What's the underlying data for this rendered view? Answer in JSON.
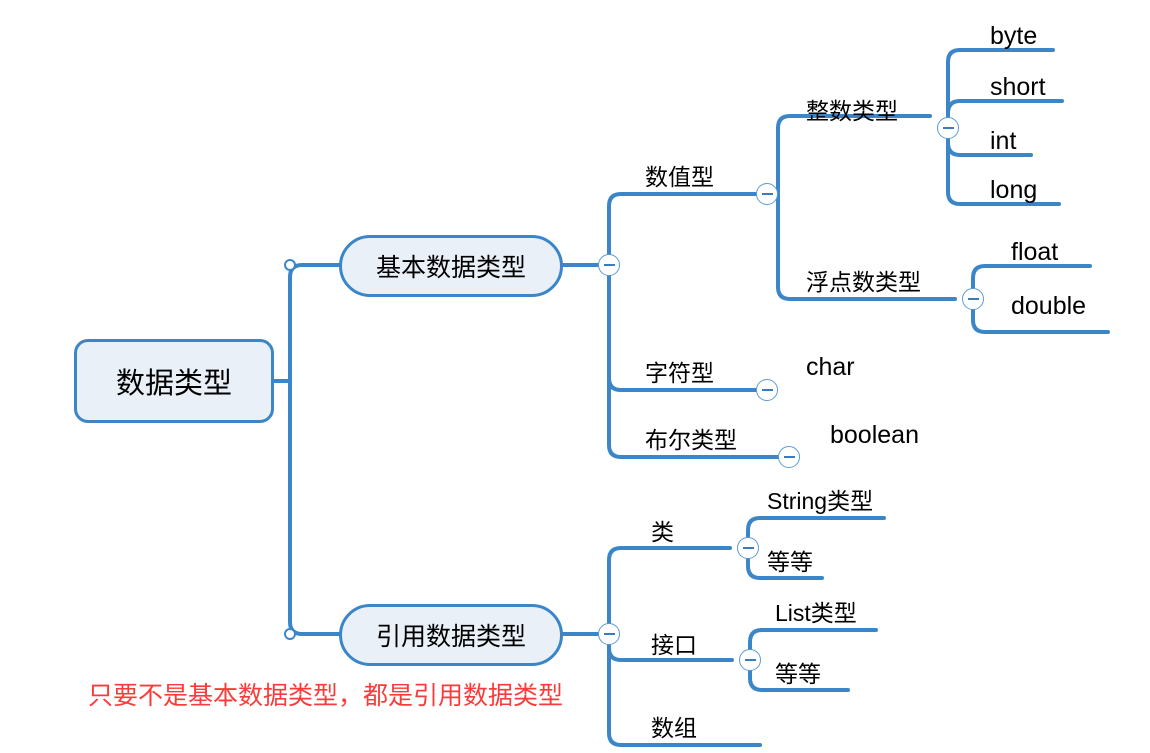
{
  "diagram": {
    "type": "mindmap",
    "title": "数据类型",
    "theme": {
      "line_color": "#3a86c8",
      "node_fill": "#e9f0f8",
      "node_border": "#3a86c8",
      "text_color": "#000000",
      "annotation_color": "#fb3b3b",
      "toggle_fill": "#ffffff"
    }
  },
  "root": {
    "label": "数据类型"
  },
  "branches": {
    "basic": {
      "label": "基本数据类型",
      "toggle": "−",
      "children": {
        "numeric": {
          "label": "数值型",
          "toggle": "−",
          "children": {
            "integer": {
              "label": "整数类型",
              "toggle": "−",
              "leaves": [
                "byte",
                "short",
                "int",
                "long"
              ]
            },
            "floating": {
              "label": "浮点数类型",
              "toggle": "−",
              "leaves": [
                "float",
                "double"
              ]
            }
          }
        },
        "character": {
          "label": "字符型",
          "toggle": "−",
          "leaves": [
            "char"
          ]
        },
        "boolean": {
          "label": "布尔类型",
          "toggle": "−",
          "leaves": [
            "boolean"
          ]
        }
      }
    },
    "reference": {
      "label": "引用数据类型",
      "toggle": "−",
      "children": {
        "klass": {
          "label": "类",
          "toggle": "−",
          "leaves": [
            "String类型",
            "等等"
          ]
        },
        "interface": {
          "label": "接口",
          "toggle": "−",
          "leaves": [
            "List类型",
            "等等"
          ]
        },
        "array": {
          "label": "数组",
          "leaves": []
        }
      }
    }
  },
  "annotation": {
    "text": "只要不是基本数据类型，都是引用数据类型"
  }
}
